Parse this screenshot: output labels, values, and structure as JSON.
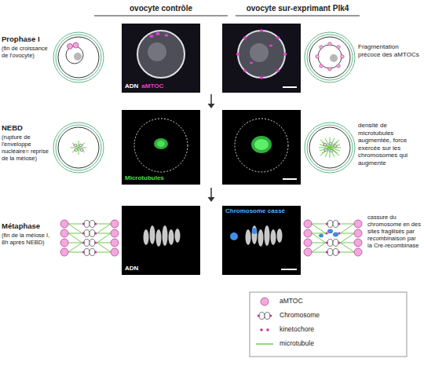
{
  "diagram": {
    "nodes": [
      {
        "text": [
          "ADN",
          "aMTOC"
        ]
      },
      {
        "text": [
          "Microtubules"
        ]
      },
      {
        "text": [
          "ADN"
        ]
      },
      {
        "text": [
          "Chromosome cassé"
        ]
      }
    ],
    "labels": [
      "ovocyte contrôle",
      "ovocyte sur-exprimant Plk4",
      "Prophase I",
      "(fin de croissance de l'ovocyte)",
      "Fragmentation précoce des aMTOCs",
      "NEBD",
      "(rupture de l'enveloppe nucléaire= reprise de la méiose)",
      "densité de microtubules augmentée, force exercée sur les chromosomes qui augmente",
      "Métaphase",
      "(fin de la méiose I, 8h après NEBD)",
      "cassure du chromosome en des sites fragilisés par recombinaison par la Cre-recombinase"
    ],
    "legend": [
      {
        "text": "aMTOC"
      },
      {
        "text": "Chromosome"
      },
      {
        "text": "kinetochore"
      },
      {
        "text": "microtubule"
      }
    ]
  }
}
